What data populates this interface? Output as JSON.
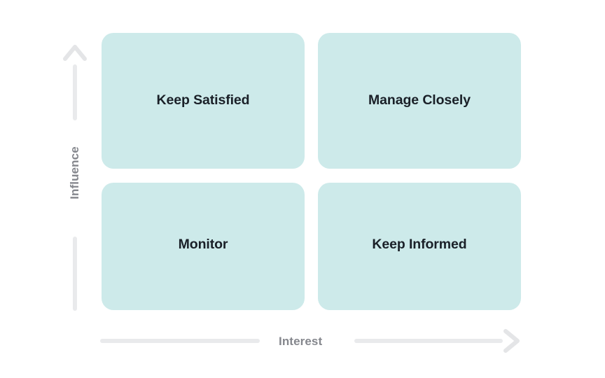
{
  "diagram": {
    "type": "2x2-matrix",
    "name": "stakeholder-influence-interest-matrix",
    "background_color": "#ffffff",
    "quadrant_fill_color": "#cdeaea",
    "quadrant_label_color": "#1a2028",
    "axis_color": "#e9eaec",
    "axis_arrow_color": "#e4e5e7",
    "axis_title_color": "#85878d"
  },
  "axes": {
    "x": {
      "title": "Interest",
      "direction": "increasing-right",
      "arrow_icon": "arrow-right-icon"
    },
    "y": {
      "title": "Influence",
      "direction": "increasing-up",
      "arrow_icon": "arrow-up-icon"
    }
  },
  "quadrants": [
    {
      "id": "keep-satisfied",
      "label": "Keep Satisfied",
      "position": "top-left",
      "influence": "high",
      "interest": "low"
    },
    {
      "id": "manage-closely",
      "label": "Manage Closely",
      "position": "top-right",
      "influence": "high",
      "interest": "high"
    },
    {
      "id": "monitor",
      "label": "Monitor",
      "position": "bottom-left",
      "influence": "low",
      "interest": "low"
    },
    {
      "id": "keep-informed",
      "label": "Keep Informed",
      "position": "bottom-right",
      "influence": "low",
      "interest": "high"
    }
  ]
}
